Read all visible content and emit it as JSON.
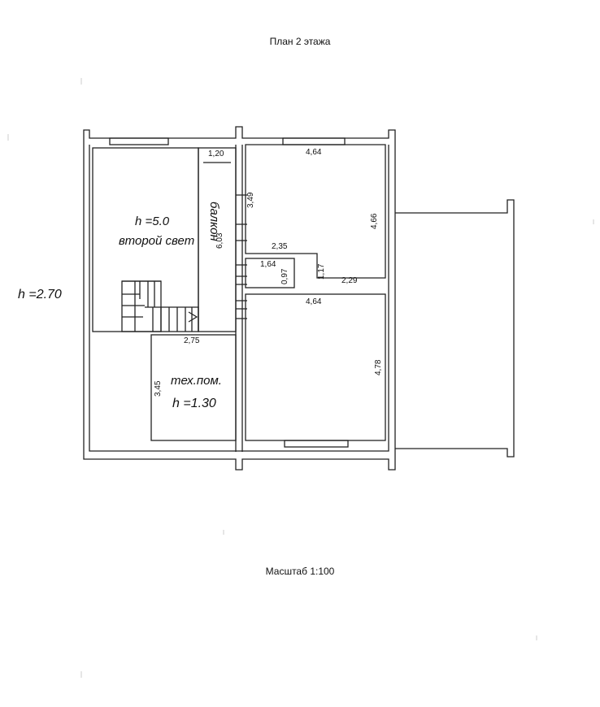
{
  "title": "План 2 этажа",
  "scale_label": "Масштаб 1:100",
  "outer_height": "h =2.70",
  "rooms": {
    "second_light_height": "h =5.0",
    "second_light_name": "второй свет",
    "balcony": "балкон",
    "tech_name": "тех.пом.",
    "tech_height": "h =1.30"
  },
  "dimensions": {
    "balcony_width": "1,20",
    "balcony_length": "6,03",
    "room1_width": "4,64",
    "room1_height_left": "3,49",
    "room1_height_right": "4,66",
    "corridor_width": "2,35",
    "closet_width": "1,64",
    "closet_height": "0,97",
    "corridor_height": "1,17",
    "corridor_bottom": "2,29",
    "room2_width": "4,64",
    "room2_height": "4,78",
    "tech_width": "2,75",
    "tech_height": "3,45"
  }
}
